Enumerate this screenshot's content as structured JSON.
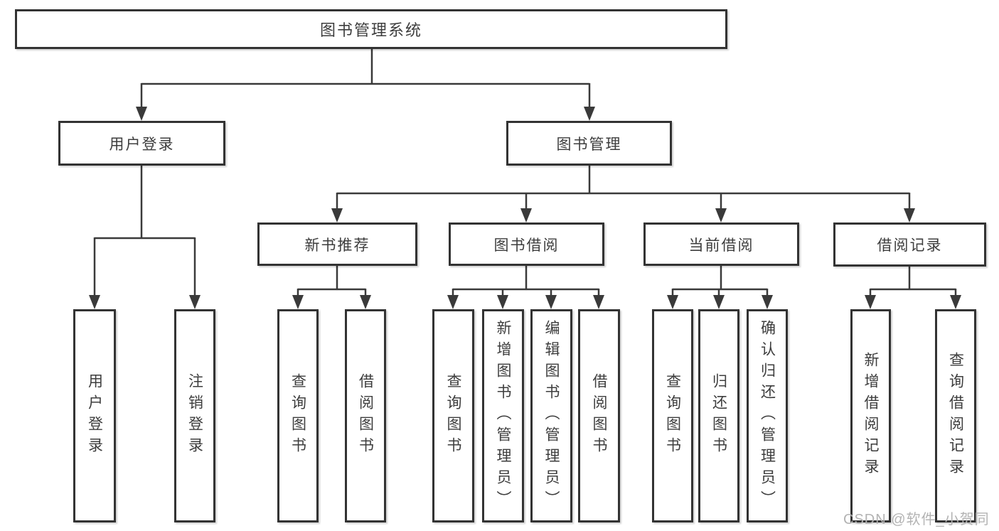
{
  "diagram": {
    "title": "图书管理系统",
    "root": {
      "label": "图书管理系统"
    },
    "level2": [
      {
        "label": "用户登录"
      },
      {
        "label": "图书管理"
      }
    ],
    "level3": [
      {
        "label": "新书推荐",
        "parent": "图书管理"
      },
      {
        "label": "图书借阅",
        "parent": "图书管理"
      },
      {
        "label": "当前借阅",
        "parent": "图书管理"
      },
      {
        "label": "借阅记录",
        "parent": "图书管理"
      }
    ],
    "leaves": [
      {
        "label": "用户登录",
        "parent": "用户登录"
      },
      {
        "label": "注销登录",
        "parent": "用户登录"
      },
      {
        "label": "查询图书",
        "parent": "新书推荐"
      },
      {
        "label": "借阅图书",
        "parent": "新书推荐"
      },
      {
        "label": "查询图书",
        "parent": "图书借阅"
      },
      {
        "label": "新增图书（管理员）",
        "parent": "图书借阅"
      },
      {
        "label": "编辑图书（管理员）",
        "parent": "图书借阅"
      },
      {
        "label": "借阅图书",
        "parent": "图书借阅"
      },
      {
        "label": "查询图书",
        "parent": "当前借阅"
      },
      {
        "label": "归还图书",
        "parent": "当前借阅"
      },
      {
        "label": "确认归还（管理员）",
        "parent": "当前借阅"
      },
      {
        "label": "新增借阅记录",
        "parent": "借阅记录"
      },
      {
        "label": "查询借阅记录",
        "parent": "借阅记录"
      }
    ],
    "watermark": "CSDN @软件_小贺同学",
    "colors": {
      "line": "#3a3a3a",
      "node_border": "#333333",
      "text": "#3d3d3d",
      "watermark": "#b3b3b3",
      "background": "#ffffff"
    }
  }
}
